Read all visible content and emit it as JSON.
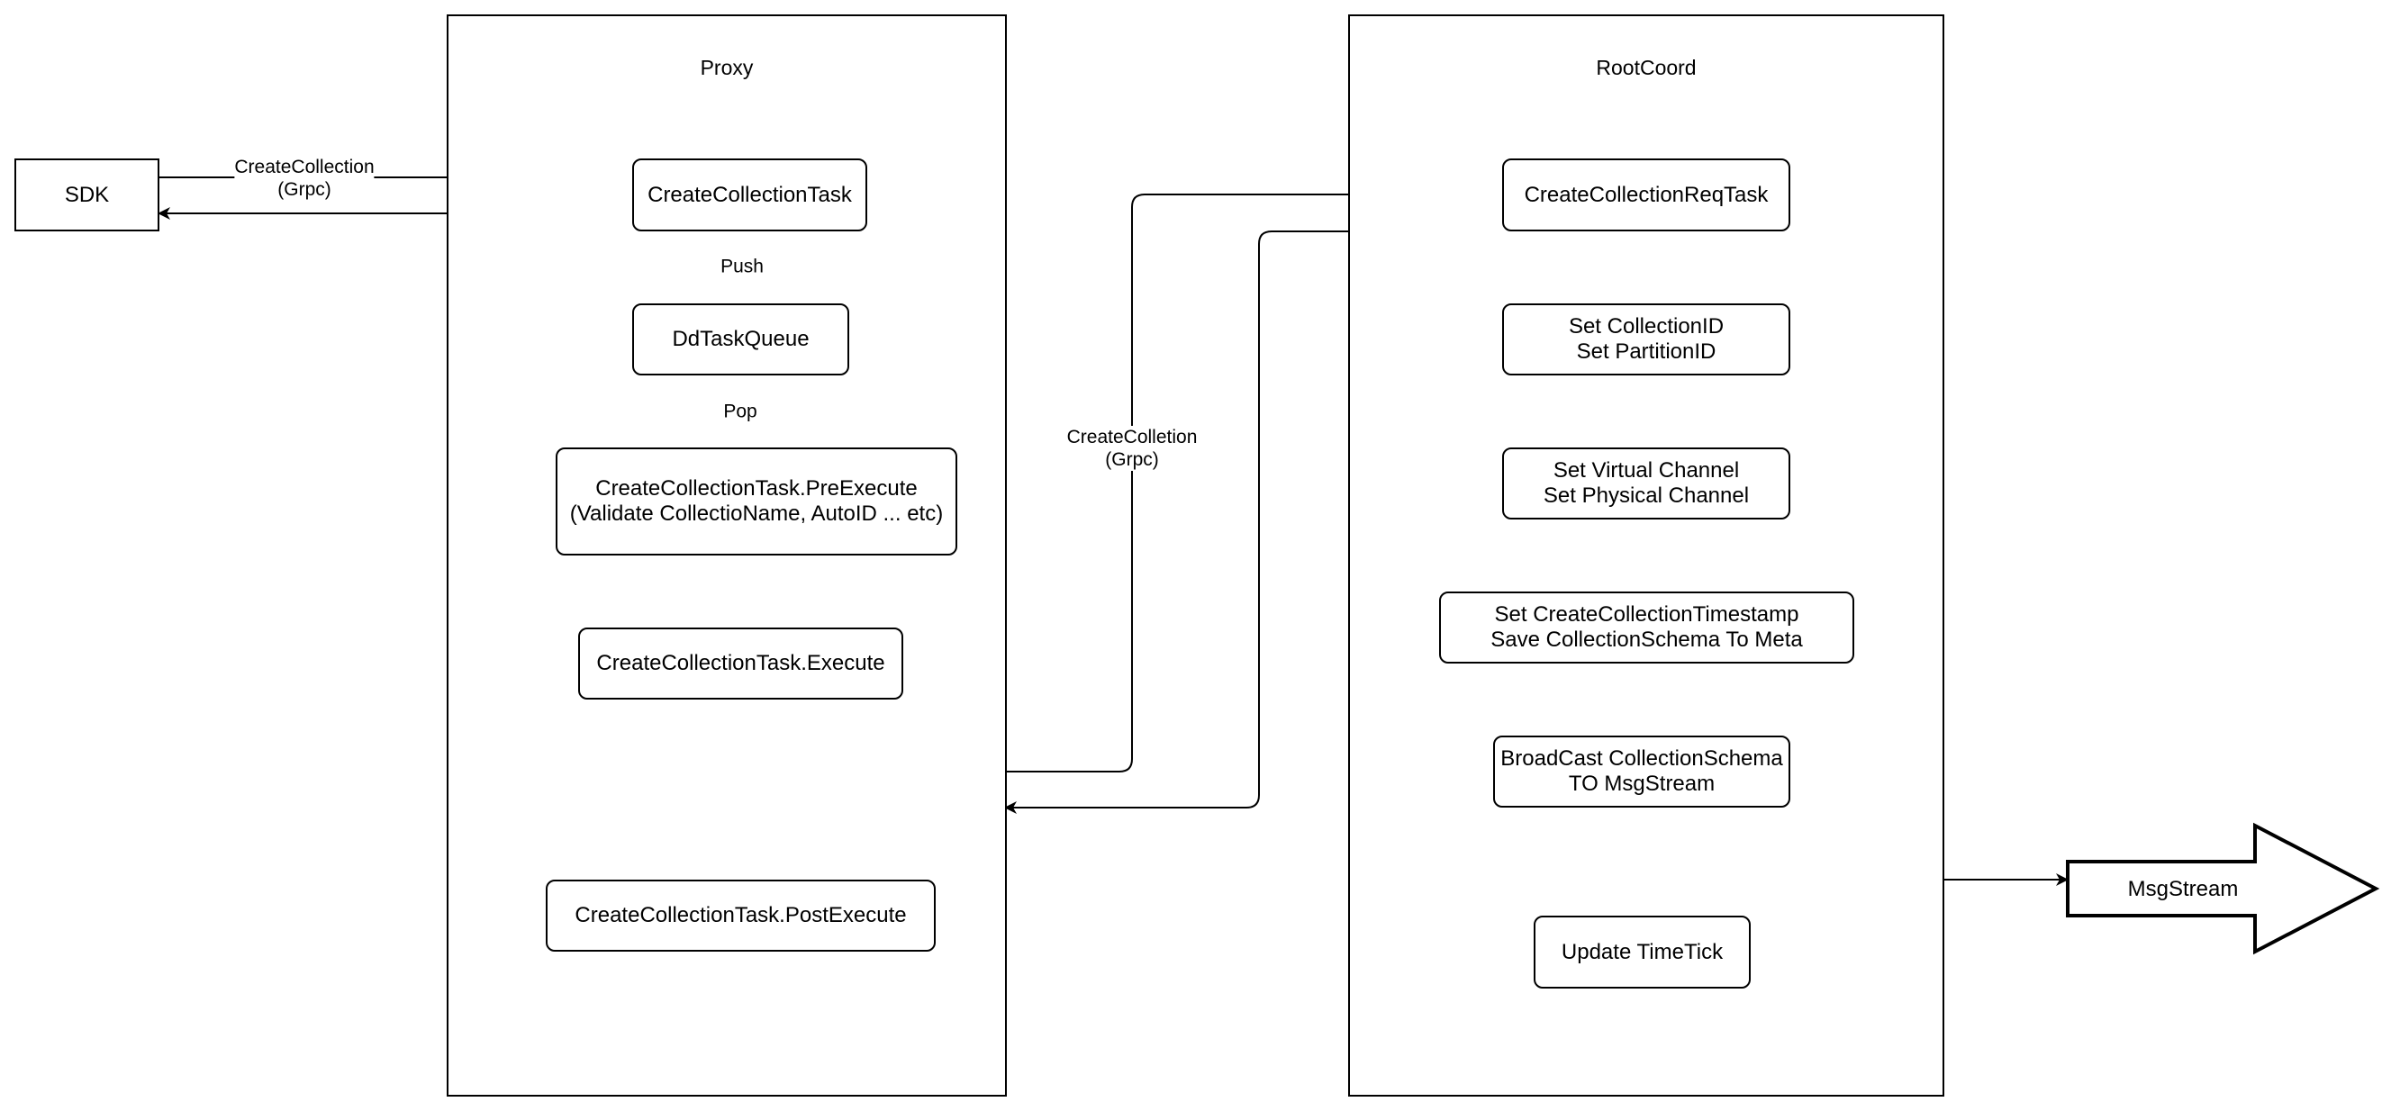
{
  "containers": {
    "proxy": {
      "title": "Proxy"
    },
    "rootcoord": {
      "title": "RootCoord"
    }
  },
  "nodes": {
    "sdk": "SDK",
    "create_collection_task": "CreateCollectionTask",
    "dd_task_queue": "DdTaskQueue",
    "pre_execute": "CreateCollectionTask.PreExecute\n(Validate CollectioName, AutoID ... etc)",
    "execute": "CreateCollectionTask.Execute",
    "post_execute": "CreateCollectionTask.PostExecute",
    "create_collection_req_task": "CreateCollectionReqTask",
    "set_ids": "Set CollectionID\nSet PartitionID",
    "set_channels": "Set Virtual Channel\nSet Physical Channel",
    "set_timestamp": "Set CreateCollectionTimestamp\nSave CollectionSchema To Meta",
    "broadcast": "BroadCast CollectionSchema\nTO MsgStream",
    "update_timetick": "Update TimeTick",
    "msgstream": "MsgStream"
  },
  "edge_labels": {
    "sdk_to_proxy": "CreateCollection\n(Grpc)",
    "push": "Push",
    "pop": "Pop",
    "proxy_to_rootcoord": "CreateColletion\n(Grpc)"
  }
}
